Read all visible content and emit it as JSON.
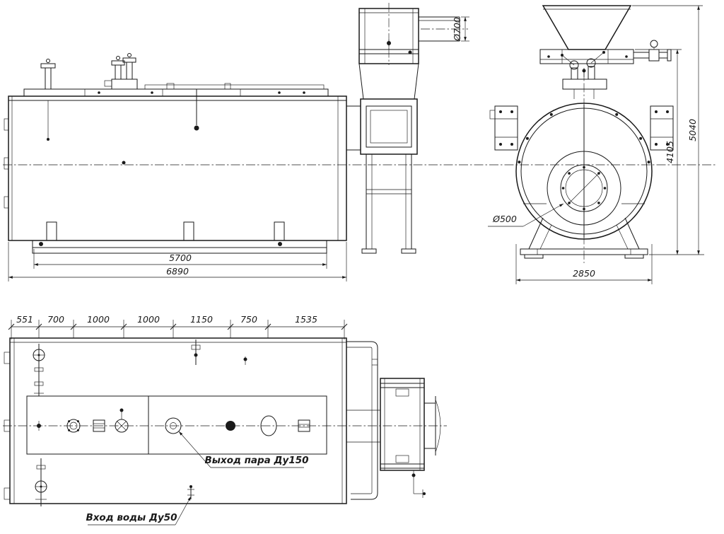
{
  "drawing": {
    "background": "#ffffff",
    "line_color": "#1a1a1a",
    "labels": {
      "steam_outlet": "Выход пара Ду150",
      "water_inlet": "Вход воды Ду50"
    },
    "dimensions": {
      "side": {
        "skid_length": "5700",
        "overall_length": "6890"
      },
      "front": {
        "base_width": "2850",
        "height_to_valves": "4105",
        "overall_height": "5040",
        "burner_opening": "Ø500"
      },
      "stack": {
        "flue_diameter": "Ø700"
      },
      "plan_chain": [
        "551",
        "700",
        "1000",
        "1000",
        "1150",
        "750",
        "1535"
      ]
    }
  }
}
